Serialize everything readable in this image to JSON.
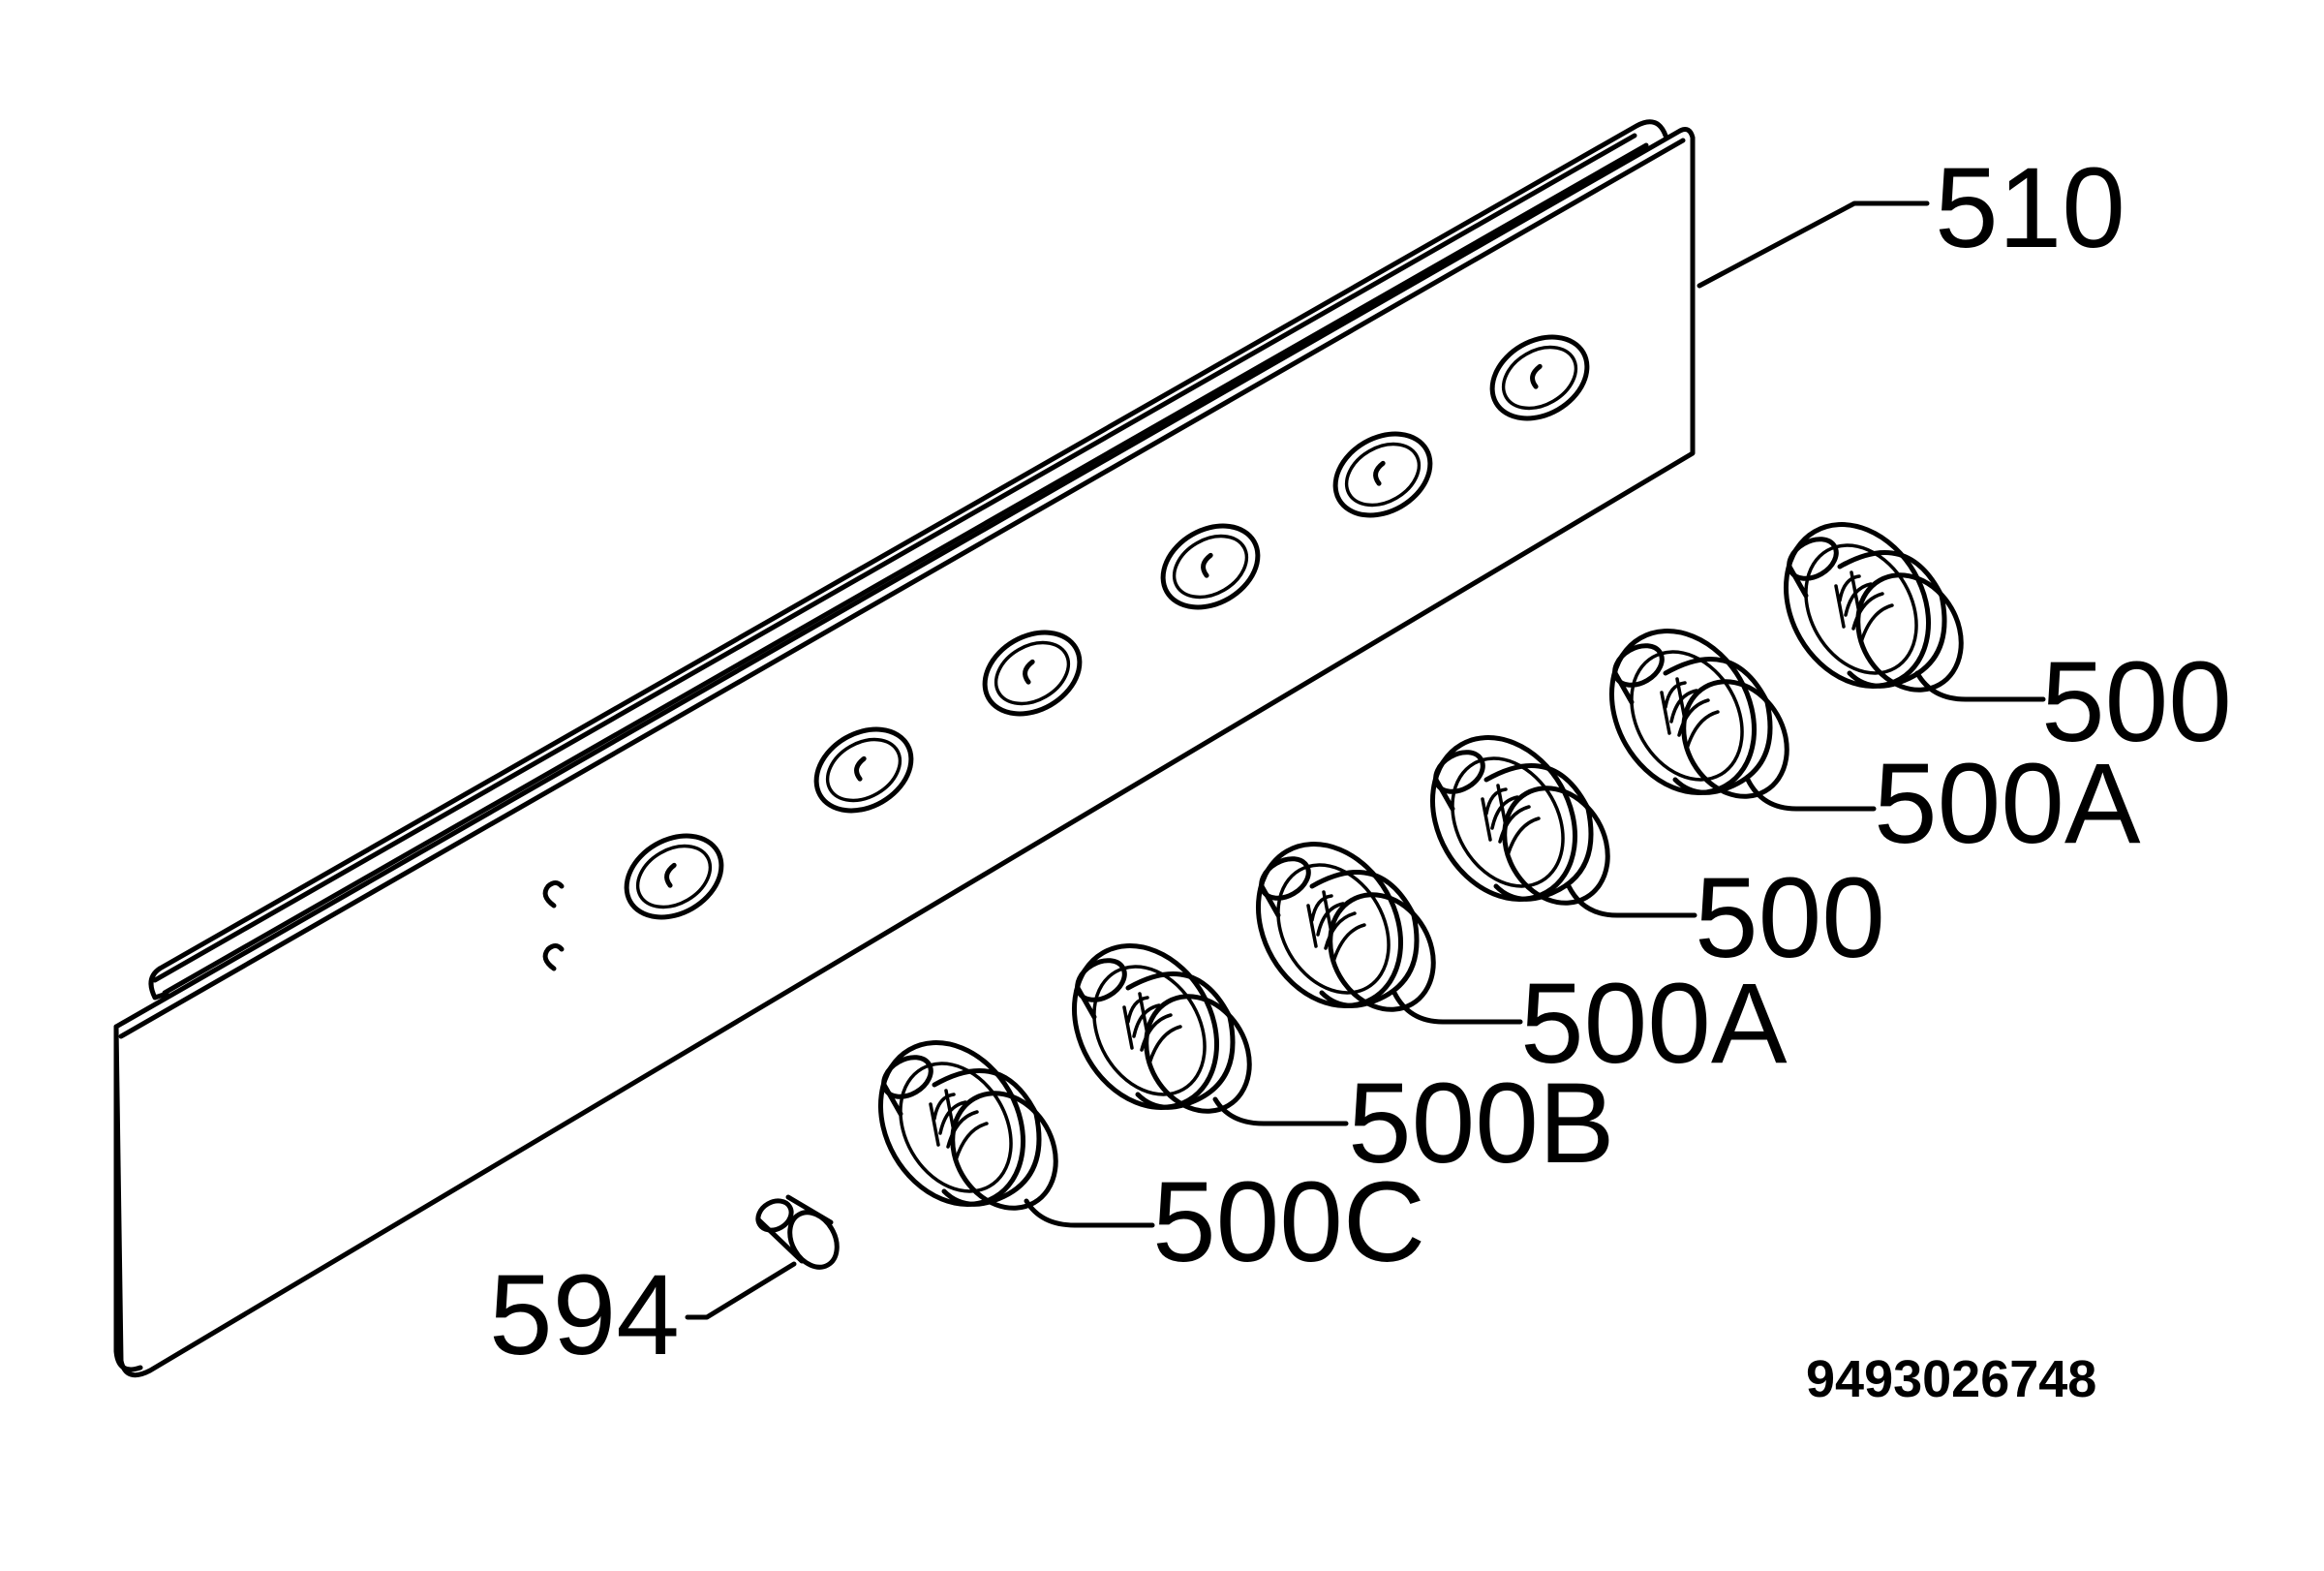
{
  "labels": {
    "panel": "510",
    "knob_1": "500",
    "knob_2": "500A",
    "knob_3": "500",
    "knob_4": "500A",
    "knob_5": "500B",
    "knob_6": "500C",
    "spacer": "594"
  },
  "drawing_code": "9493026748"
}
